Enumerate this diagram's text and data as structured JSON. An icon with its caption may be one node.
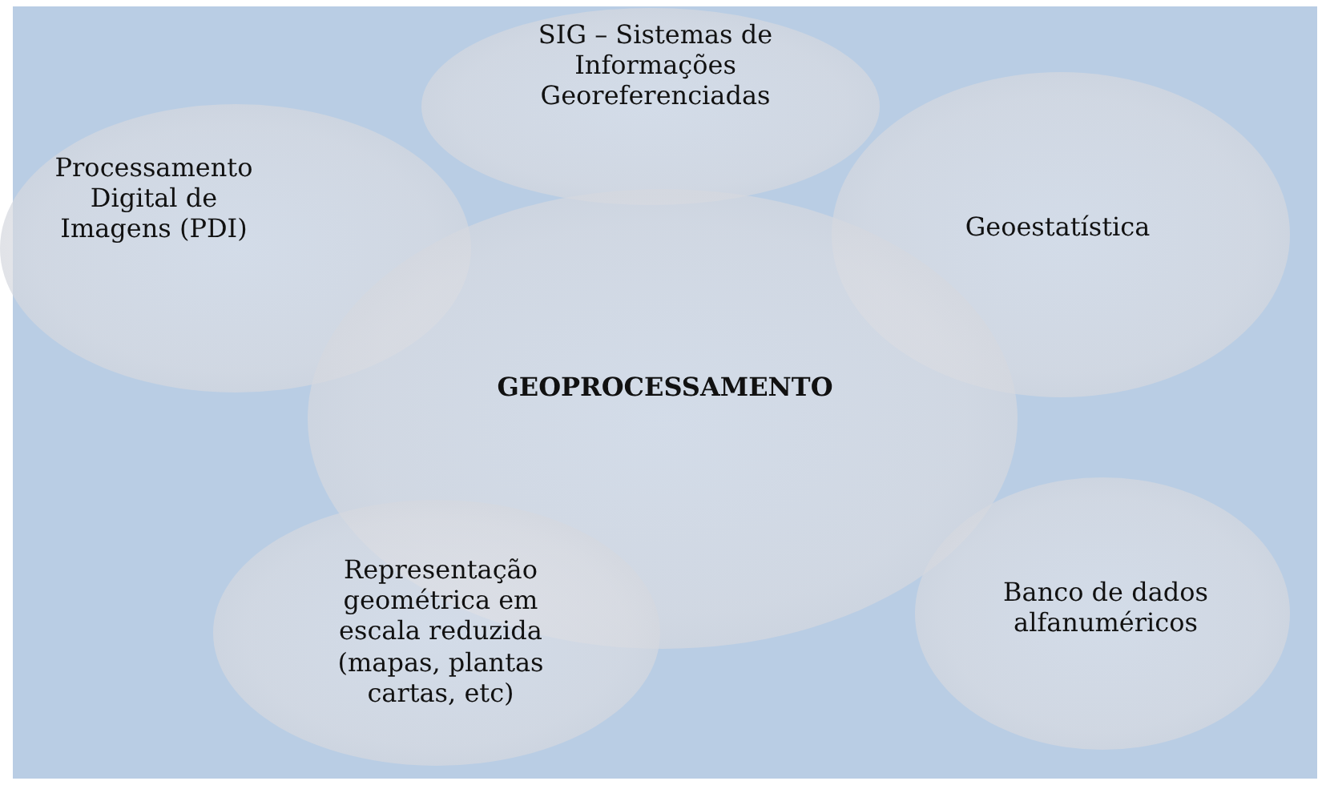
{
  "diagram": {
    "nodes": [
      {
        "text": [
          "SIG – Sistemas de Informações Georeferenciadas"
        ]
      },
      {
        "text": [
          "Processamento Digital de Imagens (PDI)"
        ]
      },
      {
        "text": [
          "Geoestatística"
        ]
      },
      {
        "text": [
          "GEOPROCESSAMENTO"
        ]
      },
      {
        "text": [
          "Representação geométrica em escala reduzida (mapas, plantas cartas, etc)"
        ]
      },
      {
        "text": [
          "Banco de dados alfanuméricos"
        ]
      }
    ],
    "edges": []
  }
}
